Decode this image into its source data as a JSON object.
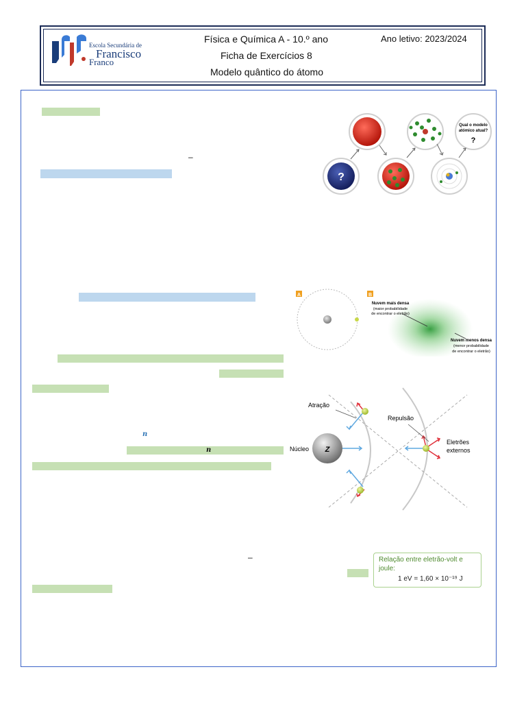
{
  "header": {
    "school_small": "Escola Secundária de",
    "school_name_1": "Francisco",
    "school_name_2": "Franco",
    "subject": "Física e Química A - 10.º ano",
    "worksheet": "Ficha de Exercícios 8",
    "topic": "Modelo quântico do átomo",
    "school_year": "Ano letivo: 2023/2024"
  },
  "fig_models": {
    "question_bubble": "Qual o modelo atómico atual?",
    "question_mark": "?",
    "mystery_mark": "?"
  },
  "fig_orbit": {
    "label_a": "A",
    "label_b": "B",
    "dense_title": "Nuvem mais densa",
    "dense_sub_1": "(maior probabilidade",
    "dense_sub_2": "de encontrar o eletrão)",
    "sparse_title": "Nuvem menos densa",
    "sparse_sub_1": "(menor probabilidade",
    "sparse_sub_2": "de encontrar o eletrão)"
  },
  "fig_forces": {
    "attraction": "Atração",
    "repulsion": "Repulsão",
    "nucleus": "Núcleo",
    "z": "Z",
    "outer_1": "Eletrões",
    "outer_2": "externos"
  },
  "text_marks": {
    "dash_1": "–",
    "n_1": "n",
    "n_2": "n",
    "dash_2": "–"
  },
  "note_box": {
    "title_1": "Relação entre eletrão-volt e",
    "title_2": "joule:",
    "formula": "1 eV = 1,60 × 10⁻¹⁹ J"
  },
  "colors": {
    "highlight_green": "#c6e0b4",
    "highlight_blue": "#bdd7ee",
    "frame_blue": "#3b63c7",
    "header_navy": "#1a2a55"
  }
}
